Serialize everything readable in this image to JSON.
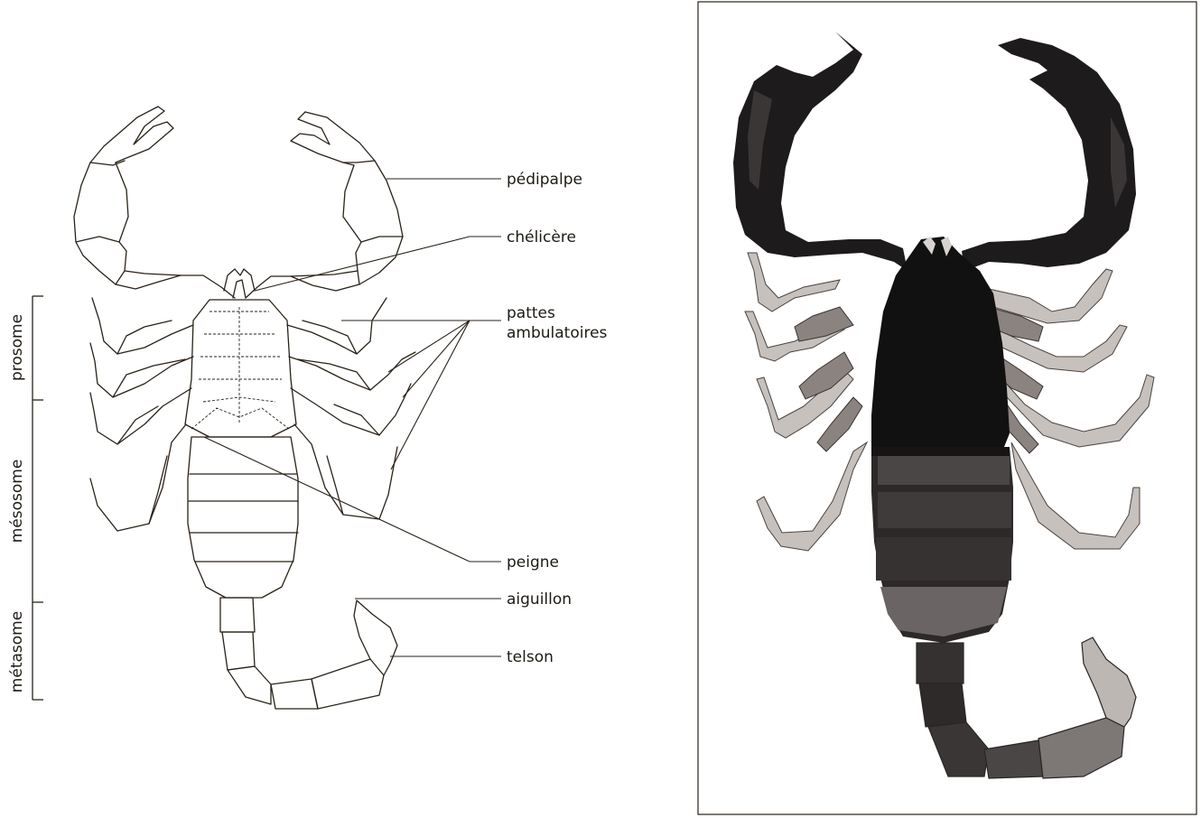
{
  "labels": {
    "pedipalpe": "pédipalpe",
    "chelicere": "chélicère",
    "pattes_line1": "pattes",
    "pattes_line2": "ambulatoires",
    "peigne": "peigne",
    "aiguillon": "aiguillon",
    "telson": "telson"
  },
  "body_regions": {
    "prosome": "prosome",
    "mesosome": "mésosome",
    "metasome": "métasome"
  },
  "colors": {
    "ink": "#2a2218",
    "photo_dark": "#1a1818",
    "photo_mid": "#6b6562",
    "photo_light": "#c9c4c0"
  }
}
